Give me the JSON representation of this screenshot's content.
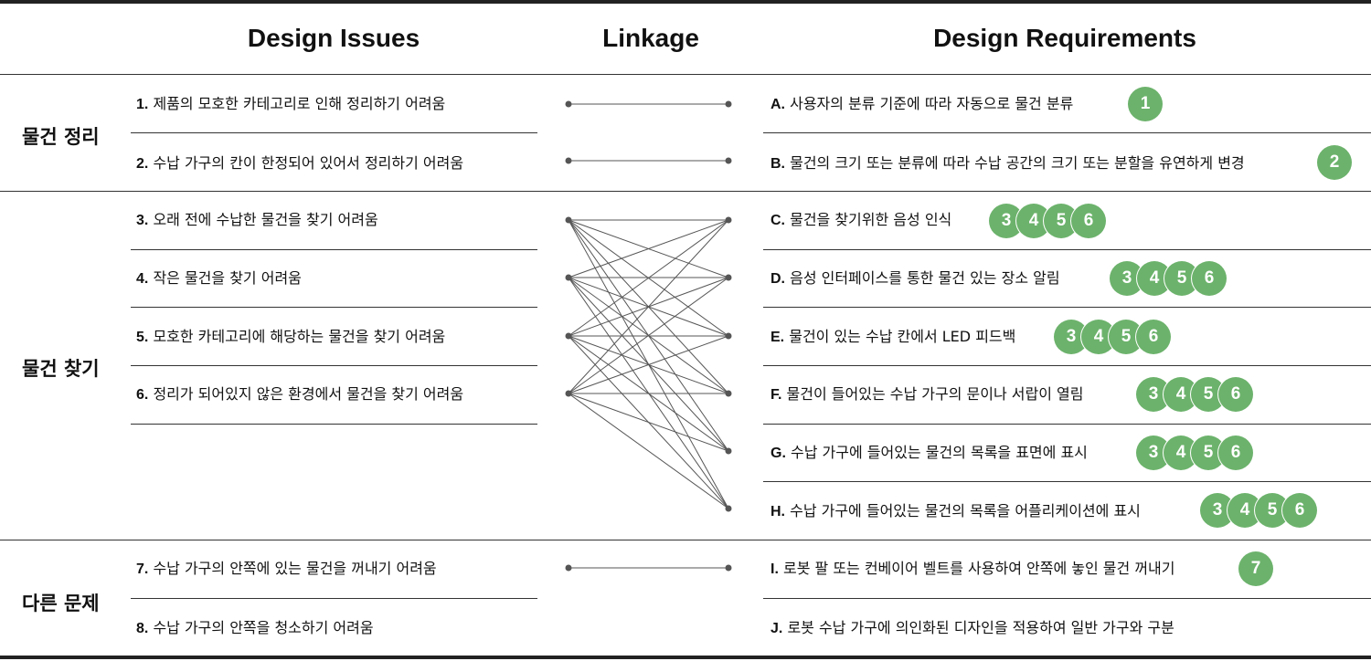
{
  "header": {
    "issues": "Design Issues",
    "linkage": "Linkage",
    "requirements": "Design Requirements"
  },
  "categories": [
    "물건 정리",
    "물건 찾기",
    "다른 문제"
  ],
  "issues": [
    {
      "num": "1.",
      "text": "제품의 모호한 카테고리로 인해 정리하기 어려움"
    },
    {
      "num": "2.",
      "text": "수납 가구의 칸이 한정되어 있어서 정리하기 어려움"
    },
    {
      "num": "3.",
      "text": "오래 전에 수납한 물건을 찾기 어려움"
    },
    {
      "num": "4.",
      "text": "작은 물건을 찾기 어려움"
    },
    {
      "num": "5.",
      "text": "모호한 카테고리에 해당하는 물건을 찾기 어려움"
    },
    {
      "num": "6.",
      "text": "정리가 되어있지 않은 환경에서 물건을 찾기 어려움"
    },
    {
      "num": "7.",
      "text": "수납 가구의 안쪽에 있는 물건을 꺼내기 어려움"
    },
    {
      "num": "8.",
      "text": "수납 가구의 안쪽을 청소하기 어려움"
    }
  ],
  "requirements": [
    {
      "letter": "A.",
      "text": "사용자의 분류 기준에 따라 자동으로 물건 분류",
      "badges": [
        "1"
      ]
    },
    {
      "letter": "B.",
      "text": "물건의 크기 또는 분류에 따라 수납 공간의 크기 또는 분할을 유연하게 변경",
      "badges": [
        "2"
      ]
    },
    {
      "letter": "C.",
      "text": "물건을 찾기위한 음성 인식",
      "badges": [
        "3",
        "4",
        "5",
        "6"
      ]
    },
    {
      "letter": "D.",
      "text": "음성 인터페이스를 통한 물건 있는 장소 알림",
      "badges": [
        "3",
        "4",
        "5",
        "6"
      ]
    },
    {
      "letter": "E.",
      "text": "물건이 있는 수납 칸에서 LED 피드백",
      "badges": [
        "3",
        "4",
        "5",
        "6"
      ]
    },
    {
      "letter": "F.",
      "text": "물건이 들어있는 수납 가구의 문이나 서랍이 열림",
      "badges": [
        "3",
        "4",
        "5",
        "6"
      ]
    },
    {
      "letter": "G.",
      "text": "수납 가구에 들어있는 물건의 목록을 표면에 표시",
      "badges": [
        "3",
        "4",
        "5",
        "6"
      ]
    },
    {
      "letter": "H.",
      "text": "수납 가구에 들어있는 물건의 목록을 어플리케이션에 표시",
      "badges": [
        "3",
        "4",
        "5",
        "6"
      ]
    },
    {
      "letter": "I.",
      "text": "로봇 팔 또는 컨베이어 벨트를 사용하여 안쪽에 놓인 물건 꺼내기",
      "badges": [
        "7"
      ]
    },
    {
      "letter": "J.",
      "text": "로봇 수납 가구에 의인화된 디자인을 적용하여 일반 가구와 구분",
      "badges": []
    }
  ],
  "links": [
    [
      "1",
      "A"
    ],
    [
      "2",
      "B"
    ],
    [
      "3",
      "C"
    ],
    [
      "3",
      "D"
    ],
    [
      "3",
      "E"
    ],
    [
      "3",
      "F"
    ],
    [
      "3",
      "G"
    ],
    [
      "3",
      "H"
    ],
    [
      "4",
      "C"
    ],
    [
      "4",
      "D"
    ],
    [
      "4",
      "E"
    ],
    [
      "4",
      "F"
    ],
    [
      "4",
      "G"
    ],
    [
      "4",
      "H"
    ],
    [
      "5",
      "C"
    ],
    [
      "5",
      "D"
    ],
    [
      "5",
      "E"
    ],
    [
      "5",
      "F"
    ],
    [
      "5",
      "G"
    ],
    [
      "5",
      "H"
    ],
    [
      "6",
      "C"
    ],
    [
      "6",
      "D"
    ],
    [
      "6",
      "E"
    ],
    [
      "6",
      "F"
    ],
    [
      "6",
      "G"
    ],
    [
      "6",
      "H"
    ],
    [
      "7",
      "I"
    ]
  ],
  "colors": {
    "badge": "#6cb26c",
    "line": "#555555"
  }
}
